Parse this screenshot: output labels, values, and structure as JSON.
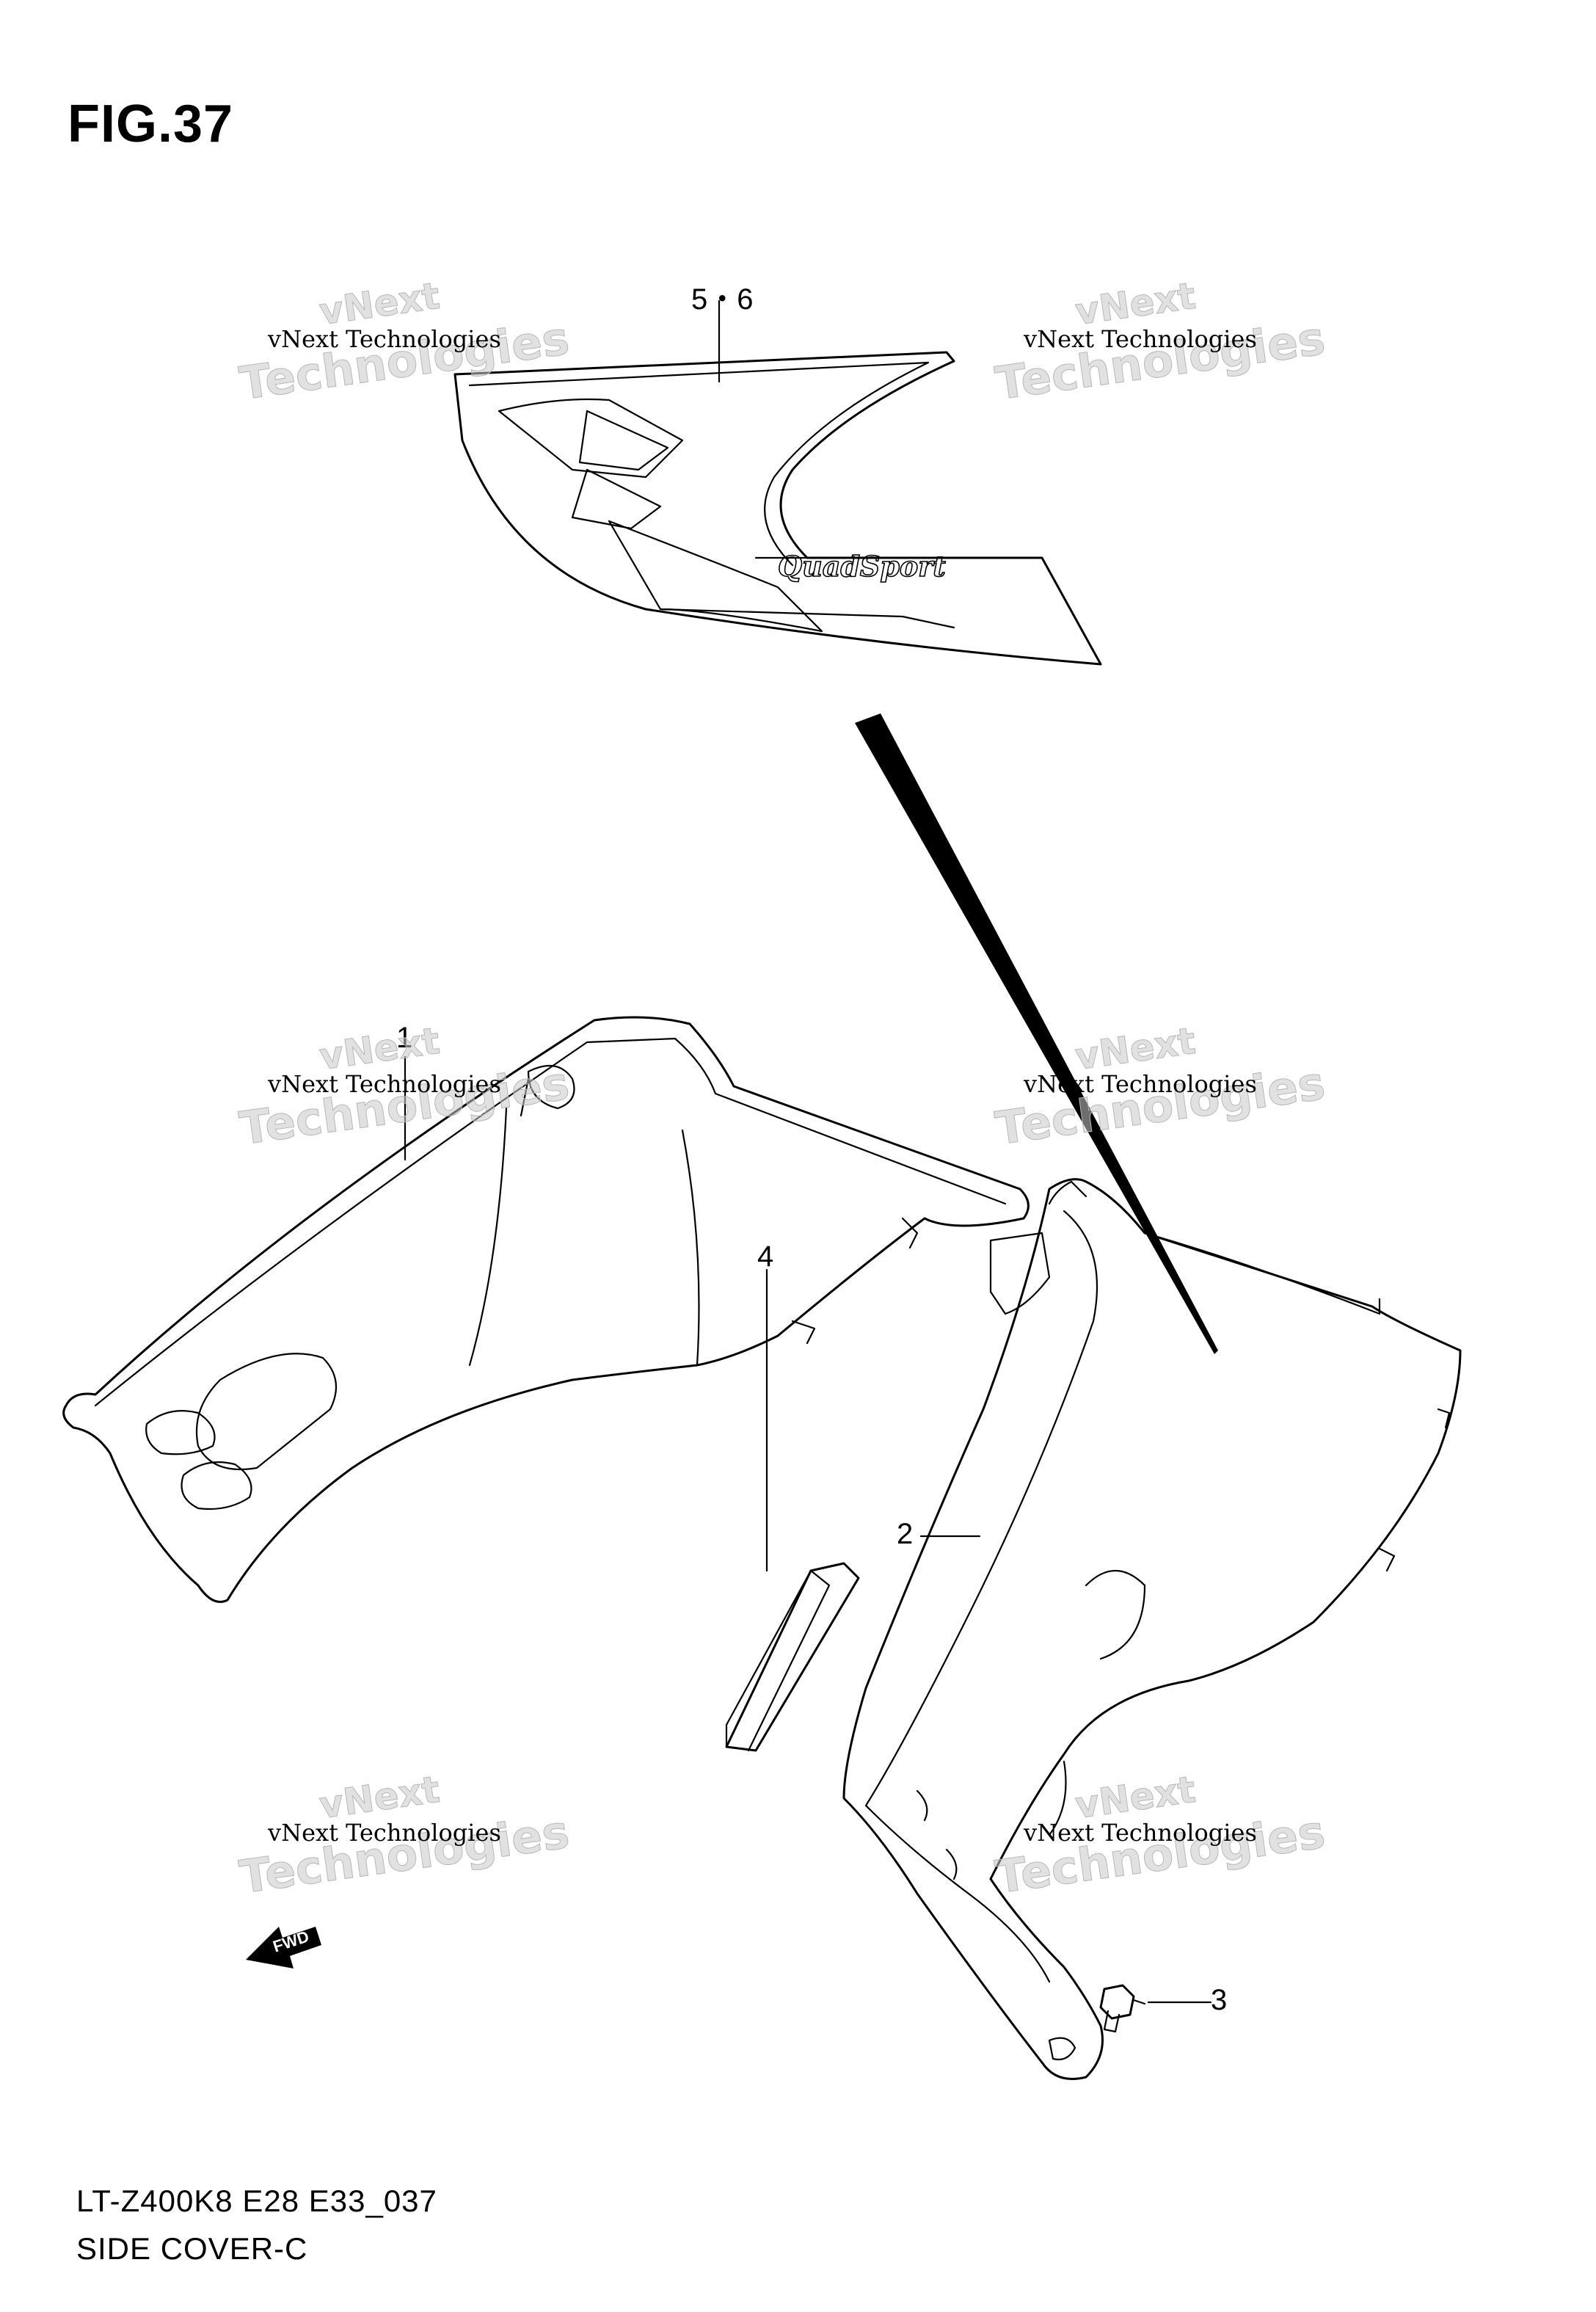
{
  "figure": {
    "title": "FIG.37"
  },
  "callouts": {
    "part_5_6": "5・6",
    "part_1": "1",
    "part_2": "2",
    "part_3": "3",
    "part_4": "4"
  },
  "decal_text": "QuadSport",
  "fwd_arrow_label": "FWD",
  "watermark": {
    "small": "vNext Technologies",
    "big_line1": "vNext",
    "big_line2": "Technologies"
  },
  "footer": {
    "model_code": "LT-Z400K8 E28 E33_037",
    "section_name": "SIDE COVER-C"
  }
}
